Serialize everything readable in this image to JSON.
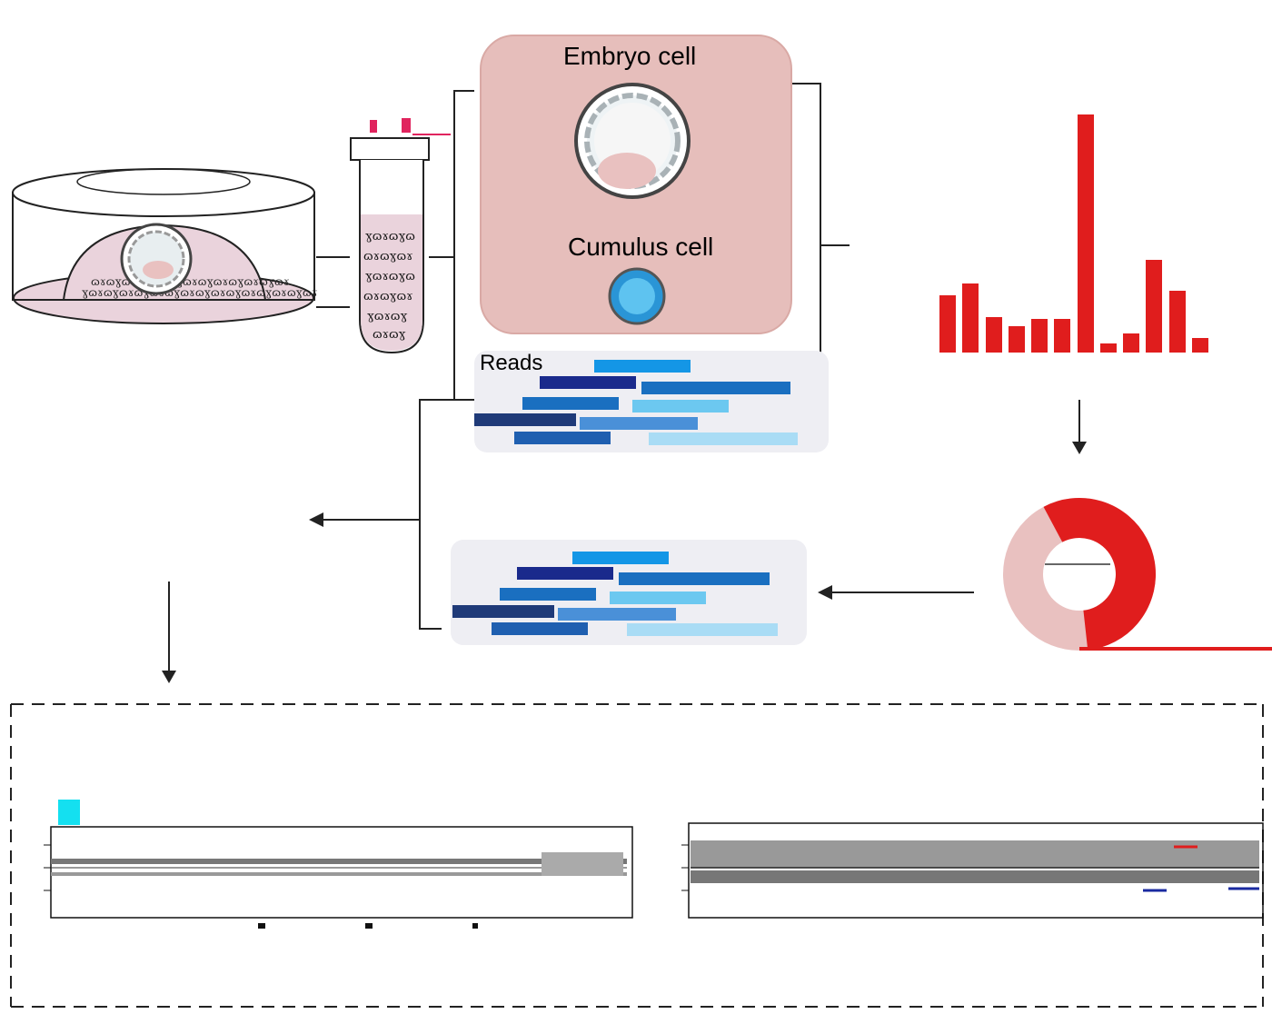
{
  "labels": {
    "embryo_cell": "Embryo cell",
    "cumulus_cell": "Cumulus cell",
    "reads": "Reads"
  },
  "colors": {
    "panel_pink": "#e6bebb",
    "panel_gray": "#eeeef3",
    "bar_red": "#e01d1d",
    "donut_light": "#e9c1c0",
    "legend_cyan": "#14e0f0",
    "read_blues": [
      "#1496e6",
      "#1a2a8c",
      "#1a6fc0",
      "#6cc8f0",
      "#1f3a78",
      "#4a90d8",
      "#1f5fb0",
      "#a9dcf5"
    ]
  },
  "chart_data": [
    {
      "type": "bar",
      "values": [
        0.24,
        0.29,
        0.15,
        0.11,
        0.14,
        0.14,
        1.0,
        0.04,
        0.08,
        0.39,
        0.26,
        0.06
      ],
      "color": "#e01d1d"
    },
    {
      "type": "pie",
      "style": "donut",
      "values": [
        0.56,
        0.44
      ],
      "colors": [
        "#e01d1d",
        "#e9c1c0"
      ]
    }
  ]
}
